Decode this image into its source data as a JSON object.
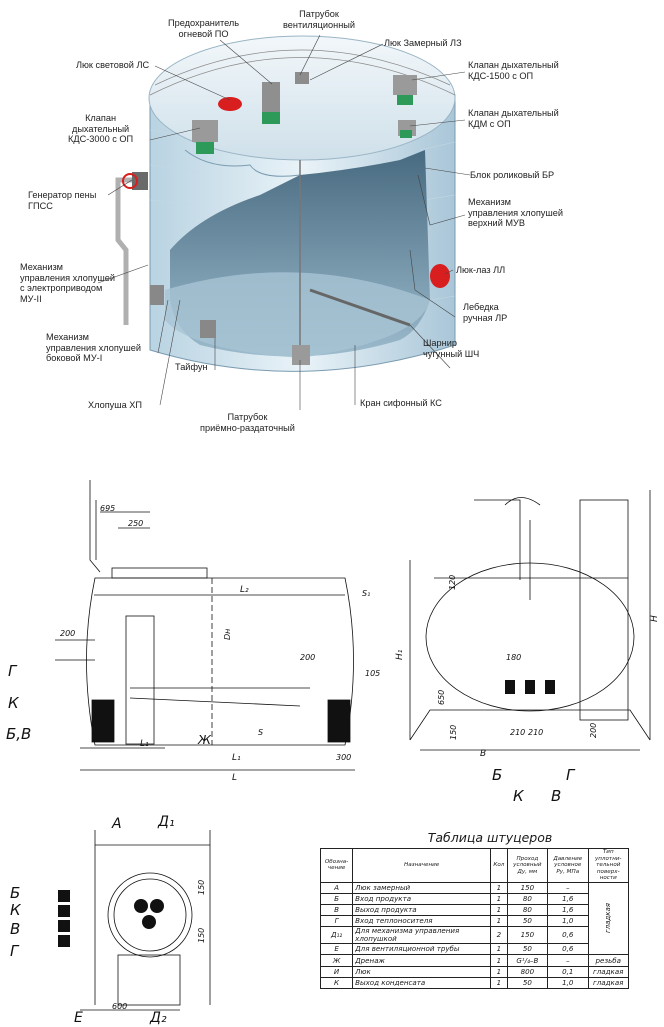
{
  "tank_callouts": {
    "pred": "Предохранитель\nогневой ПО",
    "patr_vent": "Патрубок\nвентиляционный",
    "lyuk_svet": "Люк световой ЛС",
    "lyuk_zam": "Люк Замерный ЛЗ",
    "kds1500": "Клапан дыхательный\nКДС-1500 с ОП",
    "kdm": "Клапан дыхательный\nКДМ с ОП",
    "kds3000": "Клапан\nдыхательный\nКДС-3000 с ОП",
    "blok": "Блок роликовый БР",
    "gen": "Генератор пены\nГПСС",
    "muv": "Механизм\nуправления хлопушей\nверхний МУВ",
    "mu2": "Механизм\nуправления хлопушей\nс электроприводом\nМУ-II",
    "laz": "Люк-лаз ЛЛ",
    "leb": "Лебедка\nручная ЛР",
    "mu1": "Механизм\nуправления хлопушей\nбоковой МУ-I",
    "sharn": "Шарнир\nчугунный ШЧ",
    "taif": "Тайфун",
    "khlop": "Хлопуша ХП",
    "kran": "Кран сифонный КС",
    "priem": "Патрубок\nприёмно-раздаточный"
  },
  "drawing_labels": {
    "d695": "695",
    "d250": "250",
    "d200a": "200",
    "d200b": "200",
    "d105": "105",
    "d300": "300",
    "L2": "L₂",
    "L1a": "L₁",
    "L1b": "L₁",
    "L": "L",
    "S1": "S₁",
    "S": "S",
    "Dn": "Dн",
    "zh": "Ж",
    "g": "Г",
    "k": "К",
    "bv": "Б,В",
    "d120": "120",
    "d180": "180",
    "d650": "650",
    "d150": "150",
    "d210a": "210",
    "d210b": "210",
    "d200c": "200",
    "B": "В",
    "H": "H",
    "H1": "H₁",
    "b2": "Б",
    "g2": "Г",
    "k2": "К",
    "v2": "В",
    "a3": "А",
    "d1": "Д₁",
    "b3": "Б",
    "k3": "К",
    "v3": "В",
    "g3": "Г",
    "e3": "Е",
    "d2": "Д₂",
    "d600": "600",
    "d150c": "150",
    "d150d": "150"
  },
  "table": {
    "title": "Таблица штуцеров",
    "headers": [
      "Обозна-\nчение",
      "Назначение",
      "Кол",
      "Проход\nусловный\nДу, мм",
      "Давление\nусловное\nРу, МПа",
      "Тип\nуплотни-\nтельной\nповерх-\nности"
    ],
    "rows": [
      [
        "А",
        "Люк замерный",
        "1",
        "150",
        "–",
        ""
      ],
      [
        "Б",
        "Вход продукта",
        "1",
        "80",
        "1,6",
        ""
      ],
      [
        "В",
        "Выход продукта",
        "1",
        "80",
        "1,6",
        ""
      ],
      [
        "Г",
        "Вход теплоносителя",
        "1",
        "50",
        "1,0",
        ""
      ],
      [
        "Д₁₂",
        "Для механизма управления хлопушкой",
        "2",
        "150",
        "0,6",
        ""
      ],
      [
        "Е",
        "Для вентиляционной трубы",
        "1",
        "50",
        "0,6",
        ""
      ],
      [
        "Ж",
        "Дренаж",
        "1",
        "G¹/₄–В",
        "–",
        "резьба"
      ],
      [
        "И",
        "Люк",
        "1",
        "800",
        "0,1",
        "гладкая"
      ],
      [
        "К",
        "Выход конденсата",
        "1",
        "50",
        "1,0",
        "гладкая"
      ]
    ],
    "merged_type": "гладкая"
  }
}
